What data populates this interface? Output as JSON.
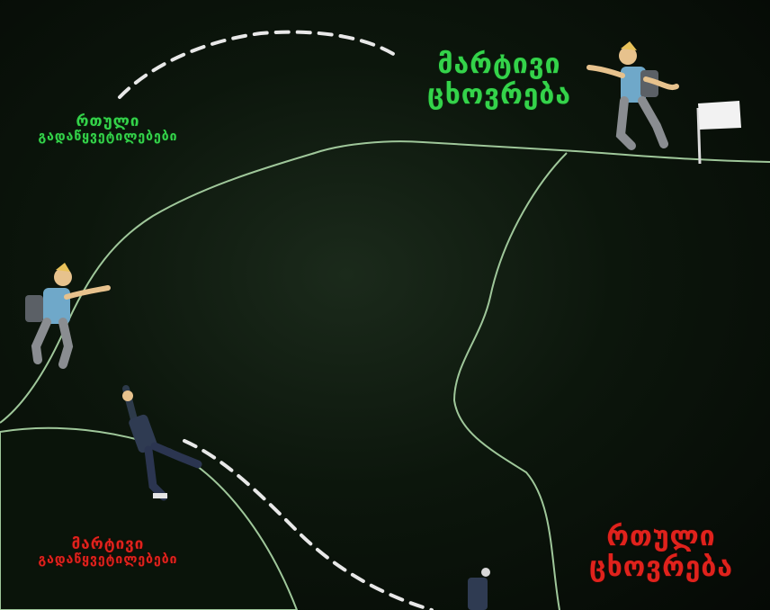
{
  "labels": {
    "easy_life_line1": "მარტივი",
    "easy_life_line2": "ცხოვრება",
    "hard_decisions_line1": "რთული",
    "hard_decisions_line2": "გადაწყვეტილებები",
    "easy_decisions_line1": "მარტივი",
    "easy_decisions_line2": "გადაწყვეტილებები",
    "hard_life_line1": "რთული",
    "hard_life_line2": "ცხოვრება"
  },
  "colors": {
    "background": "#0c160c",
    "outline": "#9fc79a",
    "green_text": "#34d34a",
    "red_text": "#e0221c",
    "dashed_path": "#e8e8e8"
  }
}
